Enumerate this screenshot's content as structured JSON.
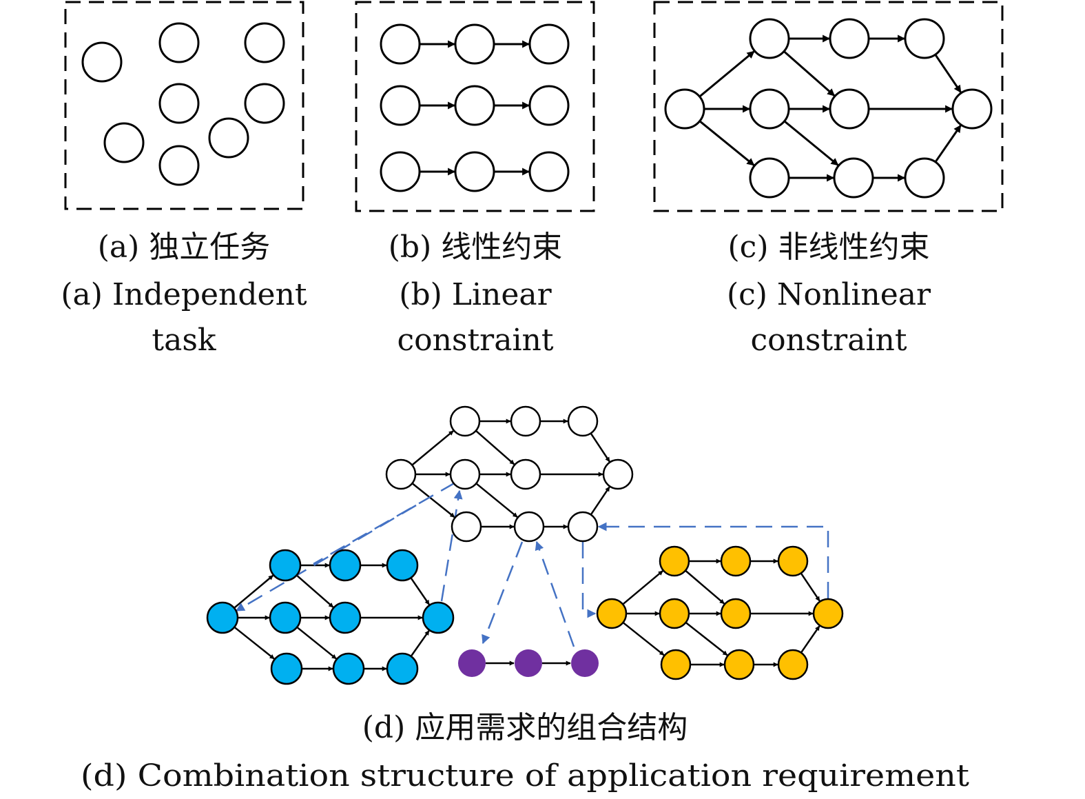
{
  "colors": {
    "stroke": "#000000",
    "node_fill": "#ffffff",
    "blue": "#00b0f0",
    "yellow": "#ffc000",
    "purple": "#7030a0",
    "link": "#4472c4"
  },
  "captions": {
    "a_cn": "(a) 独立任务",
    "a_en1": "(a) Independent",
    "a_en2": "task",
    "b_cn": "(b) 线性约束",
    "b_en1": "(b) Linear",
    "b_en2": "constraint",
    "c_cn": "(c) 非线性约束",
    "c_en1": "(c) Nonlinear",
    "c_en2": "constraint",
    "d_cn": "(d) 应用需求的组合结构",
    "d_en": "(d) Combination structure of application requirement"
  },
  "panels": {
    "a": {
      "structure": "independent",
      "node_count": 8,
      "edges": []
    },
    "b": {
      "structure": "linear",
      "node_count": 9,
      "edges": [
        [
          0,
          1
        ],
        [
          1,
          2
        ],
        [
          3,
          4
        ],
        [
          4,
          5
        ],
        [
          6,
          7
        ],
        [
          7,
          8
        ]
      ]
    },
    "c": {
      "structure": "nonlinear",
      "node_count": 10,
      "edges": [
        [
          0,
          1
        ],
        [
          0,
          4
        ],
        [
          0,
          7
        ],
        [
          1,
          2
        ],
        [
          2,
          3
        ],
        [
          1,
          5
        ],
        [
          3,
          6
        ],
        [
          4,
          5
        ],
        [
          5,
          6
        ],
        [
          4,
          8
        ],
        [
          7,
          8
        ],
        [
          8,
          9
        ],
        [
          9,
          6
        ]
      ]
    },
    "d": {
      "groups": [
        {
          "id": "white",
          "fill": "node_fill",
          "structure": "nonlinear"
        },
        {
          "id": "blue",
          "fill": "blue",
          "structure": "nonlinear"
        },
        {
          "id": "yellow",
          "fill": "yellow",
          "structure": "nonlinear"
        },
        {
          "id": "purple",
          "fill": "purple",
          "structure": "linear",
          "node_count": 3
        }
      ],
      "links": [
        {
          "from": "white.4",
          "to": "blue.0"
        },
        {
          "from": "blue.6",
          "to": "white.4"
        },
        {
          "from": "white.8",
          "to": "purple.0"
        },
        {
          "from": "purple.2",
          "to": "white.8"
        },
        {
          "from": "white.9",
          "to": "yellow.0"
        },
        {
          "from": "yellow.6",
          "to": "white.9"
        }
      ]
    }
  }
}
